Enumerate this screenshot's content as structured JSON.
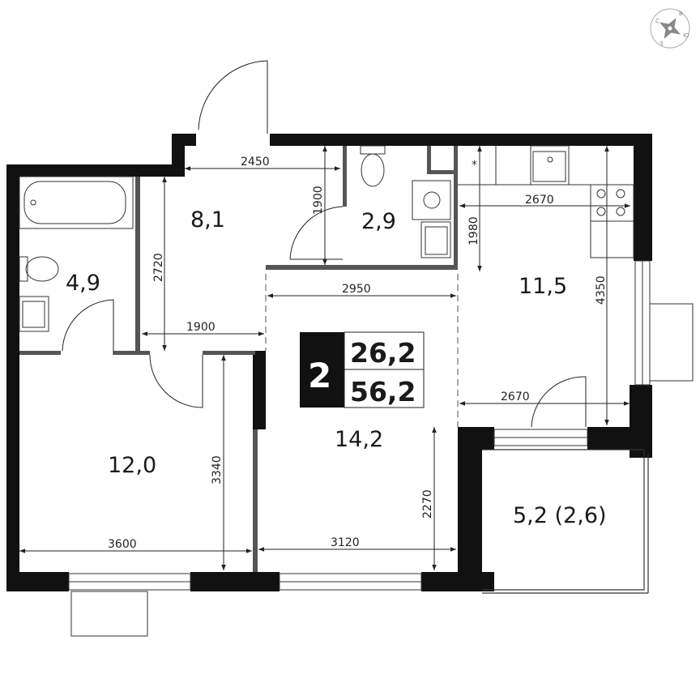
{
  "compass": {
    "icon": "compass-rose-icon",
    "north": "С",
    "east": "В",
    "south": "Ю",
    "west": "З"
  },
  "rooms": [
    {
      "id": "hall",
      "area": "8,1"
    },
    {
      "id": "wc",
      "area": "2,9"
    },
    {
      "id": "bathroom",
      "area": "4,9"
    },
    {
      "id": "kitchen",
      "area": "11,5"
    },
    {
      "id": "bedroom",
      "area": "12,0"
    },
    {
      "id": "living",
      "area": "14,2"
    },
    {
      "id": "balcony",
      "area": "5,2 (2,6)"
    }
  ],
  "summary": {
    "rooms_count": "2",
    "living_area": "26,2",
    "total_area": "56,2"
  },
  "dimensions": {
    "hall_width": "2450",
    "wc_depth": "1900",
    "hall_depth": "2720",
    "hall_lower_width": "1900",
    "living_upper_width": "2950",
    "kitchen_upper_width": "2670",
    "kitchen_partial_depth": "1980",
    "kitchen_lower_width": "2670",
    "kitchen_depth": "4350",
    "bedroom_depth": "3340",
    "bedroom_width": "3600",
    "living_width": "3120",
    "living_depth": "2270"
  },
  "colors": {
    "wall": "#111111",
    "partition": "#555555",
    "line": "#333333"
  }
}
